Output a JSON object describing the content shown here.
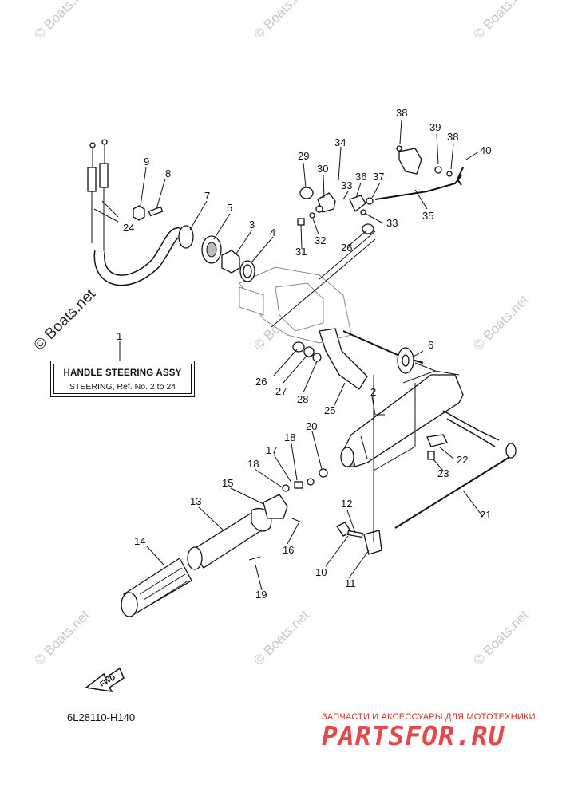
{
  "diagram": {
    "watermark": "© Boats.net",
    "assembly": {
      "callout": "1",
      "title": "HANDLE STEERING ASSY",
      "subtitle": "STEERING, Ref. No. 2 to 24"
    },
    "forward_label": "FWD",
    "code": "6L28110-H140",
    "callouts": [
      "2",
      "3",
      "4",
      "5",
      "6",
      "7",
      "8",
      "9",
      "10",
      "11",
      "12",
      "13",
      "14",
      "15",
      "16",
      "17",
      "18",
      "18",
      "19",
      "20",
      "21",
      "22",
      "23",
      "24",
      "25",
      "26",
      "26",
      "27",
      "28",
      "29",
      "30",
      "31",
      "32",
      "33",
      "33",
      "34",
      "35",
      "36",
      "37",
      "38",
      "38",
      "39",
      "40"
    ]
  },
  "brand": {
    "tagline": "ЗАПЧАСТИ И АКСЕССУАРЫ ДЛЯ МОТОТЕХНИКИ",
    "logo": "PARTSFOR.RU"
  }
}
